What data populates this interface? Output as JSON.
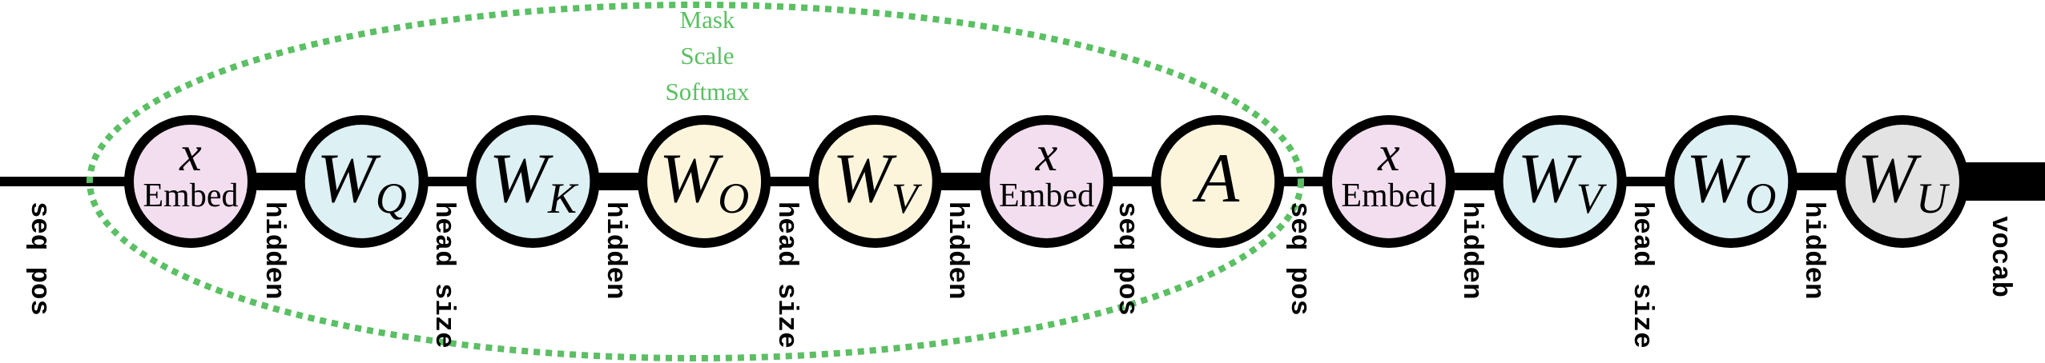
{
  "diagram": {
    "title": "Transformer circuit tensor network",
    "colors": {
      "embed": "#f3deef",
      "qk": "#ddf0f4",
      "ov": "#fcf5dc",
      "unembed": "#e3e3e3",
      "highlight": "#5bbf63",
      "line": "#000000"
    },
    "nodes": [
      {
        "id": "embed1",
        "kind": "embed",
        "var": "x",
        "label": "Embed",
        "fill": "embed"
      },
      {
        "id": "wq",
        "kind": "weight",
        "main": "W",
        "sub": "Q",
        "fill": "qk"
      },
      {
        "id": "wk",
        "kind": "weight",
        "main": "W",
        "sub": "K",
        "fill": "qk"
      },
      {
        "id": "wo1",
        "kind": "weight",
        "main": "W",
        "sub": "O",
        "fill": "ov"
      },
      {
        "id": "wv1",
        "kind": "weight",
        "main": "W",
        "sub": "V",
        "fill": "ov"
      },
      {
        "id": "embed2",
        "kind": "embed",
        "var": "x",
        "label": "Embed",
        "fill": "embed"
      },
      {
        "id": "attn",
        "kind": "weight",
        "main": "A",
        "sub": "",
        "fill": "ov"
      },
      {
        "id": "embed3",
        "kind": "embed",
        "var": "x",
        "label": "Embed",
        "fill": "embed"
      },
      {
        "id": "wv2",
        "kind": "weight",
        "main": "W",
        "sub": "V",
        "fill": "qk"
      },
      {
        "id": "wo2",
        "kind": "weight",
        "main": "W",
        "sub": "O",
        "fill": "qk"
      },
      {
        "id": "wu",
        "kind": "weight",
        "main": "W",
        "sub": "U",
        "fill": "unembed"
      }
    ],
    "edges": [
      {
        "label": "seq pos",
        "weight": "thin"
      },
      {
        "label": "hidden",
        "weight": "thick"
      },
      {
        "label": "head size",
        "weight": "thin"
      },
      {
        "label": "hidden",
        "weight": "thick"
      },
      {
        "label": "head size",
        "weight": "thin"
      },
      {
        "label": "hidden",
        "weight": "thick"
      },
      {
        "label": "seq pos",
        "weight": "thin"
      },
      {
        "label": "seq pos",
        "weight": "thin"
      },
      {
        "label": "hidden",
        "weight": "thick"
      },
      {
        "label": "head size",
        "weight": "thin"
      },
      {
        "label": "hidden",
        "weight": "thick"
      },
      {
        "label": "vocab",
        "weight": "heavy"
      }
    ],
    "attention_group": {
      "operations": [
        "Mask",
        "Scale",
        "Softmax"
      ]
    }
  }
}
